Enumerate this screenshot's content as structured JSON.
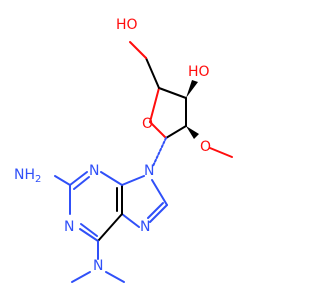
{
  "molecule": {
    "atoms": {
      "ho_top": "HO",
      "oh_right": "HO",
      "ring_o": "O",
      "methoxy_o": "O",
      "n9": "N",
      "n_left_top": "N",
      "n_left_bottom": "N",
      "n_imid": "N",
      "nh2": "NH",
      "nh2_sub": "2",
      "nme2": "N"
    },
    "colors": {
      "nitrogen": "#3050f8",
      "oxygen": "#ff0d0d",
      "carbon": "#000000"
    }
  }
}
